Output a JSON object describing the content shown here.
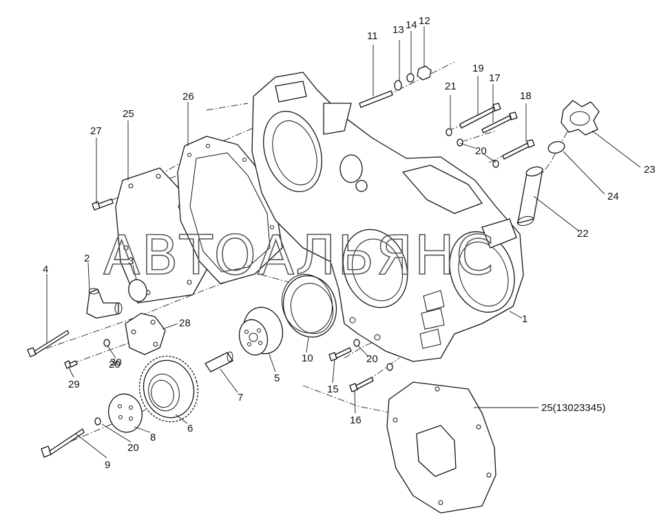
{
  "labels": {
    "l1": "1",
    "l2": "2",
    "l3": "3",
    "l4": "4",
    "l5": "5",
    "l6": "6",
    "l7": "7",
    "l8": "8",
    "l9": "9",
    "l10": "10",
    "l11": "11",
    "l12": "12",
    "l13": "13",
    "l14": "14",
    "l15": "15",
    "l16": "16",
    "l17": "17",
    "l18": "18",
    "l19": "19",
    "l20a": "20",
    "l20b": "20",
    "l20c": "20",
    "l20d": "20",
    "l21": "21",
    "l22": "22",
    "l23": "23",
    "l24": "24",
    "l25": "25",
    "l25b": "25(13023345)",
    "l26": "26",
    "l27": "27",
    "l28": "28",
    "l29": "29",
    "l30": "30"
  },
  "watermark": "АВТОАЛЬЯНС"
}
